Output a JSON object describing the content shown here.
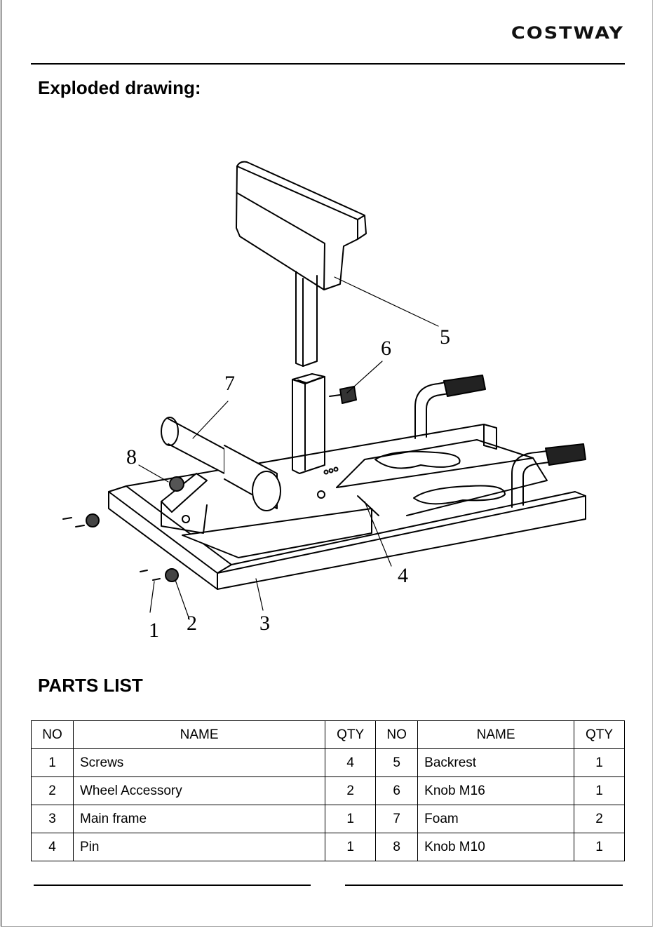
{
  "header": {
    "brand": "COSTWAY"
  },
  "sections": {
    "drawing_title": "Exploded drawing:",
    "parts_title": "PARTS LIST"
  },
  "drawing": {
    "callouts": [
      "1",
      "2",
      "3",
      "4",
      "5",
      "6",
      "7",
      "8"
    ]
  },
  "parts_table": {
    "headers": [
      "NO",
      "NAME",
      "QTY",
      "NO",
      "NAME",
      "QTY"
    ],
    "rows": [
      [
        "1",
        "Screws",
        "4",
        "5",
        "Backrest",
        "1"
      ],
      [
        "2",
        "Wheel Accessory",
        "2",
        "6",
        "Knob M16",
        "1"
      ],
      [
        "3",
        "Main frame",
        "1",
        "7",
        "Foam",
        "2"
      ],
      [
        "4",
        "Pin",
        "1",
        "8",
        "Knob M10",
        "1"
      ]
    ]
  }
}
